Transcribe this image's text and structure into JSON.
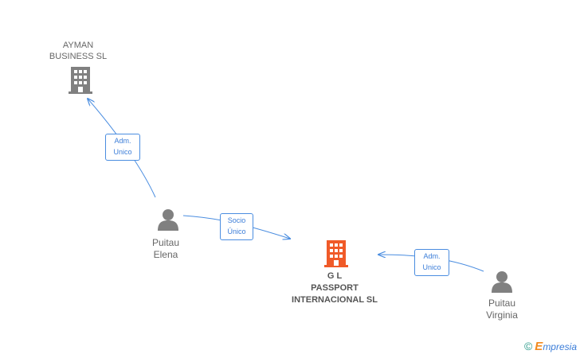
{
  "nodes": {
    "ayman": {
      "line1": "AYMAN",
      "line2": "BUSINESS SL",
      "type": "company"
    },
    "gl": {
      "line1": "G L",
      "line2": "PASSPORT",
      "line3": "INTERNACIONAL SL",
      "type": "company-main"
    },
    "elena": {
      "line1": "Puitau",
      "line2": "Elena",
      "type": "person"
    },
    "virginia": {
      "line1": "Puitau",
      "line2": "Virginia",
      "type": "person"
    }
  },
  "relations": {
    "elena_ayman": {
      "line1": "Adm.",
      "line2": "Unico"
    },
    "elena_gl": {
      "line1": "Socio",
      "line2": "Único"
    },
    "virginia_gl": {
      "line1": "Adm.",
      "line2": "Unico"
    }
  },
  "watermark": {
    "symbol": "©",
    "brand_initial": "E",
    "brand_rest": "mpresia"
  },
  "colors": {
    "edge": "#4a8de0",
    "company": "#808080",
    "company_main": "#f05a28",
    "person": "#808080"
  }
}
